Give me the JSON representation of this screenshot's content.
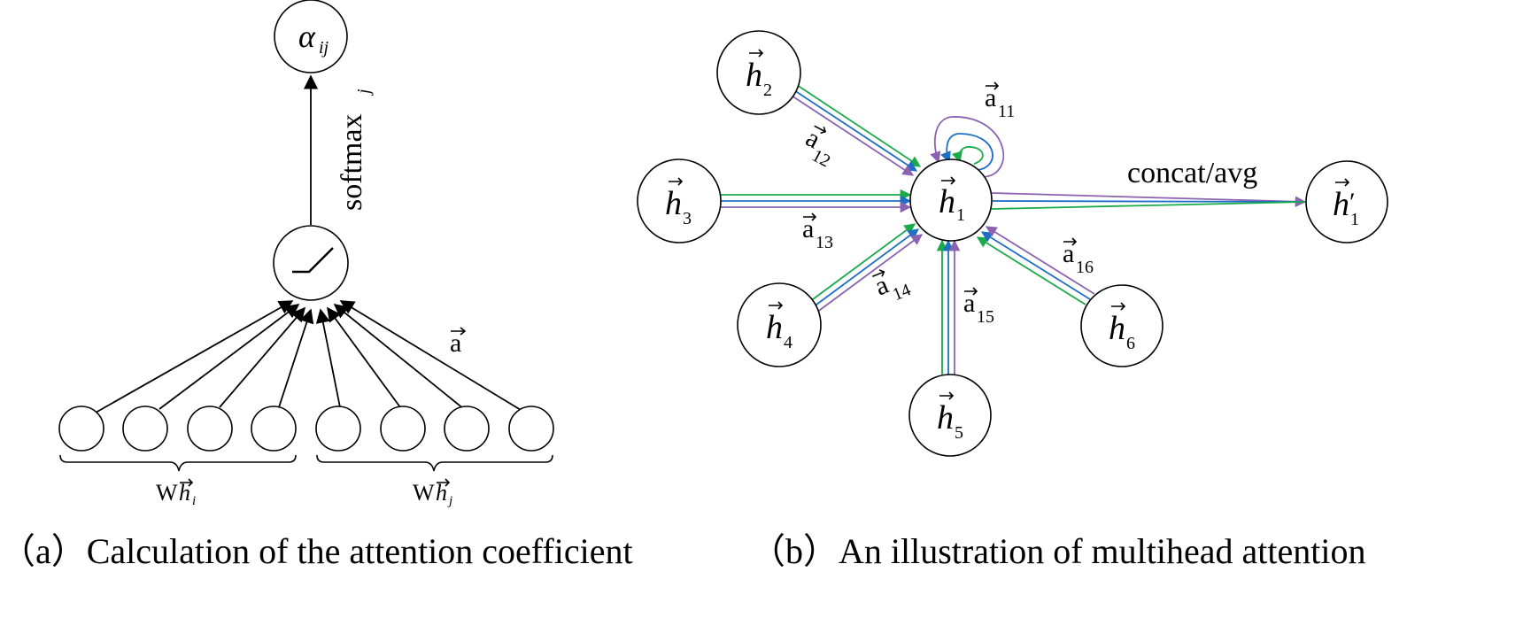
{
  "panel_a": {
    "caption": "（a）Calculation of the attention coefficient",
    "output_node": {
      "symbol": "α",
      "subscript": "ij"
    },
    "edge_label": {
      "base": "softmax",
      "subscript": "j"
    },
    "weight_label": "a",
    "group_labels": [
      {
        "prefix": "W",
        "symbol": "h",
        "subscript": "i"
      },
      {
        "prefix": "W",
        "symbol": "h",
        "subscript": "j"
      }
    ]
  },
  "panel_b": {
    "caption": "（b）An illustration of multihead attention",
    "center_node": {
      "symbol": "h",
      "subscript": "1"
    },
    "output_node": {
      "symbol": "h",
      "prime": "′",
      "subscript": "1"
    },
    "aggregation_label": "concat/avg",
    "neighbors": [
      {
        "symbol": "h",
        "subscript": "2",
        "edge_label": "a",
        "edge_sub": "12"
      },
      {
        "symbol": "h",
        "subscript": "3",
        "edge_label": "a",
        "edge_sub": "13"
      },
      {
        "symbol": "h",
        "subscript": "4",
        "edge_label": "a",
        "edge_sub": "14"
      },
      {
        "symbol": "h",
        "subscript": "5",
        "edge_label": "a",
        "edge_sub": "15"
      },
      {
        "symbol": "h",
        "subscript": "6",
        "edge_label": "a",
        "edge_sub": "16"
      }
    ],
    "self_loop": {
      "label": "a",
      "sub": "11"
    },
    "head_colors": [
      "#1aaa4a",
      "#1f6fc4",
      "#8a62b0"
    ]
  }
}
